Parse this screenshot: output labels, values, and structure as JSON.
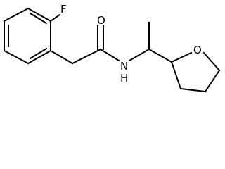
{
  "molecule": {
    "atoms": {
      "fluorine": "F",
      "carbonyl_oxygen": "O",
      "amide_nitrogen": "N",
      "amide_hydrogen": "H",
      "ring_oxygen": "O"
    }
  }
}
